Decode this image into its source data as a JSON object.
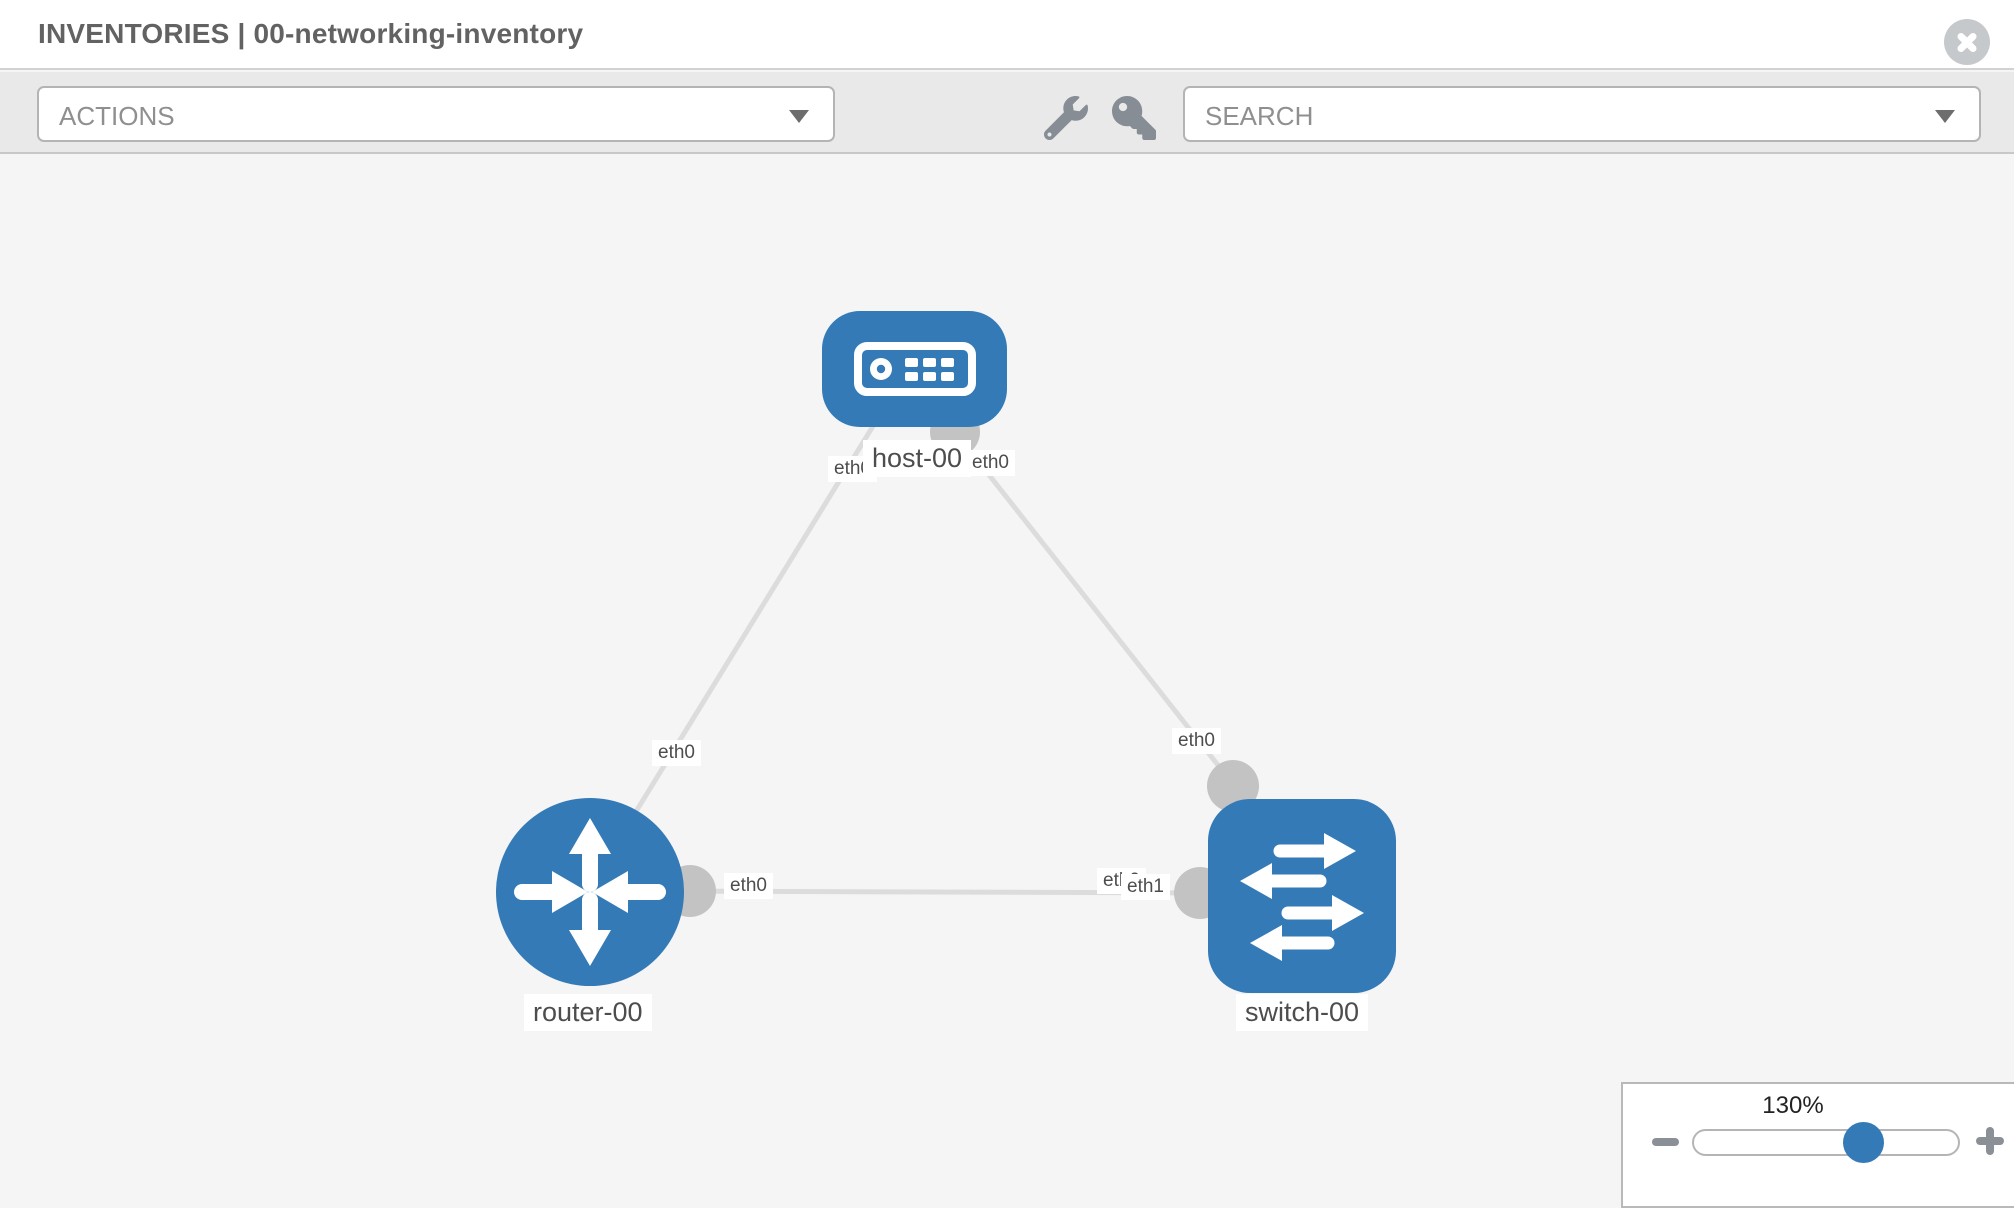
{
  "header": {
    "title": "INVENTORIES | 00-networking-inventory"
  },
  "toolbar": {
    "actions_placeholder": "ACTIONS",
    "search_placeholder": "SEARCH",
    "icons": [
      "wrench-icon",
      "key-icon",
      "chevron-down-icon"
    ]
  },
  "topology": {
    "nodes": [
      {
        "id": "host-00",
        "type": "host",
        "label": "host-00"
      },
      {
        "id": "router-00",
        "type": "router",
        "label": "router-00"
      },
      {
        "id": "switch-00",
        "type": "switch",
        "label": "switch-00"
      }
    ],
    "edges": [
      {
        "from": "host-00",
        "to": "router-00"
      },
      {
        "from": "host-00",
        "to": "switch-00"
      },
      {
        "from": "router-00",
        "to": "switch-00"
      }
    ],
    "interface_labels": [
      {
        "edge": "host-router",
        "end": "host",
        "label": "eth0"
      },
      {
        "edge": "host-switch",
        "end": "host",
        "label": "eth0"
      },
      {
        "edge": "host-router",
        "end": "router",
        "label": "eth0"
      },
      {
        "edge": "host-switch",
        "end": "switch",
        "label": "eth0"
      },
      {
        "edge": "router-switch",
        "end": "router",
        "label": "eth0"
      },
      {
        "edge": "router-switch",
        "end": "switch-back",
        "label": "eth0"
      },
      {
        "edge": "router-switch",
        "end": "switch",
        "label": "eth1"
      }
    ]
  },
  "zoom_control": {
    "level": "130%",
    "thumb_percent": 64
  },
  "colors": {
    "node_blue": "#337ab7",
    "edge_gray": "#dcdcdc",
    "port_gray": "#c3c3c3",
    "toolbar_bg": "#e9e9e9",
    "canvas_bg": "#f5f5f6"
  }
}
